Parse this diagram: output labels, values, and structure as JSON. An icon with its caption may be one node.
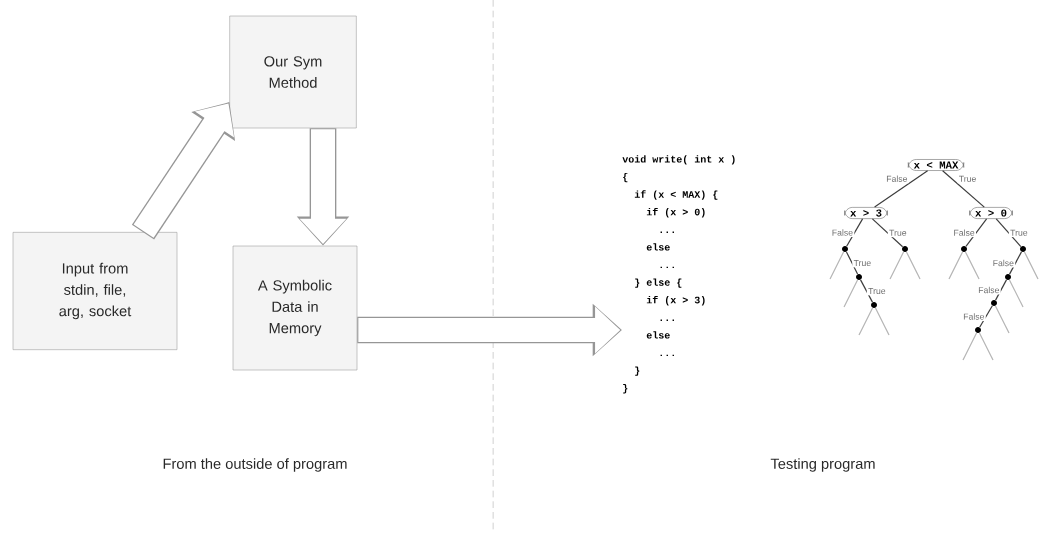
{
  "diagram": {
    "nodes": [
      {
        "text": [
          "Input from stdin, file, arg, socket"
        ]
      },
      {
        "text": [
          "Our Sym Method"
        ]
      },
      {
        "text": [
          "A Symbolic Data in Memory"
        ]
      },
      {
        "text": [
          "void write( int x )",
          "{",
          "if (x < MAX) {",
          "if (x > 0)",
          "...",
          "else",
          "...",
          "} else {",
          "if (x > 3)",
          "...",
          "else",
          "...",
          "}",
          "}"
        ]
      },
      {
        "text": [
          "x < MAX"
        ]
      },
      {
        "text": [
          "x > 3"
        ]
      },
      {
        "text": [
          "x > 0"
        ]
      },
      {
        "text": [],
        "shape": "circle"
      },
      {
        "text": [],
        "shape": "circle"
      },
      {
        "text": [],
        "shape": "circle"
      },
      {
        "text": [],
        "shape": "circle"
      },
      {
        "text": [],
        "shape": "circle"
      },
      {
        "text": [],
        "shape": "circle"
      },
      {
        "text": [],
        "shape": "circle"
      },
      {
        "text": [],
        "shape": "circle"
      },
      {
        "text": [],
        "shape": "circle"
      }
    ],
    "edges": [
      {
        "from": 0,
        "to": 1,
        "arrow": "to",
        "style": "thick"
      },
      {
        "from": 1,
        "to": 2,
        "arrow": "to",
        "style": "thick"
      },
      {
        "from": 2,
        "to": 3,
        "arrow": "to",
        "style": "thick"
      },
      {
        "from": 4,
        "to": 5,
        "arrow": "none",
        "label": "False",
        "color": "#3c3c3c"
      },
      {
        "from": 4,
        "to": 6,
        "arrow": "none",
        "label": "True",
        "color": "#3c3c3c"
      },
      {
        "from": 5,
        "to": 7,
        "arrow": "none",
        "label": "False",
        "color": "#3c3c3c"
      },
      {
        "from": 5,
        "to": 8,
        "arrow": "none",
        "label": "True",
        "color": "#3c3c3c"
      },
      {
        "from": 6,
        "to": 11,
        "arrow": "none",
        "label": "False",
        "color": "#3c3c3c"
      },
      {
        "from": 6,
        "to": 12,
        "arrow": "none",
        "label": "True",
        "color": "#3c3c3c"
      },
      {
        "from": 7,
        "to": 9,
        "arrow": "none",
        "label": "True",
        "color": "#3c3c3c"
      },
      {
        "from": 9,
        "to": 10,
        "arrow": "none",
        "label": "True",
        "color": "#3c3c3c"
      },
      {
        "from": 12,
        "to": 13,
        "arrow": "none",
        "label": "False",
        "color": "#3c3c3c"
      },
      {
        "from": 13,
        "to": 14,
        "arrow": "none",
        "label": "False",
        "color": "#3c3c3c"
      },
      {
        "from": 14,
        "to": 15,
        "arrow": "none",
        "label": "False",
        "color": "#3c3c3c"
      },
      {
        "from": 7,
        "to": null,
        "arrow": "none",
        "color": "#b4b4b4"
      },
      {
        "from": 9,
        "to": null,
        "arrow": "none",
        "color": "#b4b4b4"
      },
      {
        "from": 10,
        "to": null,
        "arrow": "none",
        "color": "#b4b4b4"
      },
      {
        "from": 10,
        "to": null,
        "arrow": "none",
        "color": "#b4b4b4"
      },
      {
        "from": 8,
        "to": null,
        "arrow": "none",
        "color": "#b4b4b4"
      },
      {
        "from": 8,
        "to": null,
        "arrow": "none",
        "color": "#b4b4b4"
      },
      {
        "from": 11,
        "to": null,
        "arrow": "none",
        "color": "#b4b4b4"
      },
      {
        "from": 11,
        "to": null,
        "arrow": "none",
        "color": "#b4b4b4"
      },
      {
        "from": 12,
        "to": null,
        "arrow": "none",
        "color": "#b4b4b4"
      },
      {
        "from": 13,
        "to": null,
        "arrow": "none",
        "color": "#b4b4b4"
      },
      {
        "from": 14,
        "to": null,
        "arrow": "none",
        "color": "#b4b4b4"
      },
      {
        "from": 15,
        "to": null,
        "arrow": "none",
        "color": "#b4b4b4"
      },
      {
        "from": 15,
        "to": null,
        "arrow": "none",
        "color": "#b4b4b4"
      }
    ],
    "labels": [
      "From the outside of program",
      "Testing program"
    ]
  }
}
